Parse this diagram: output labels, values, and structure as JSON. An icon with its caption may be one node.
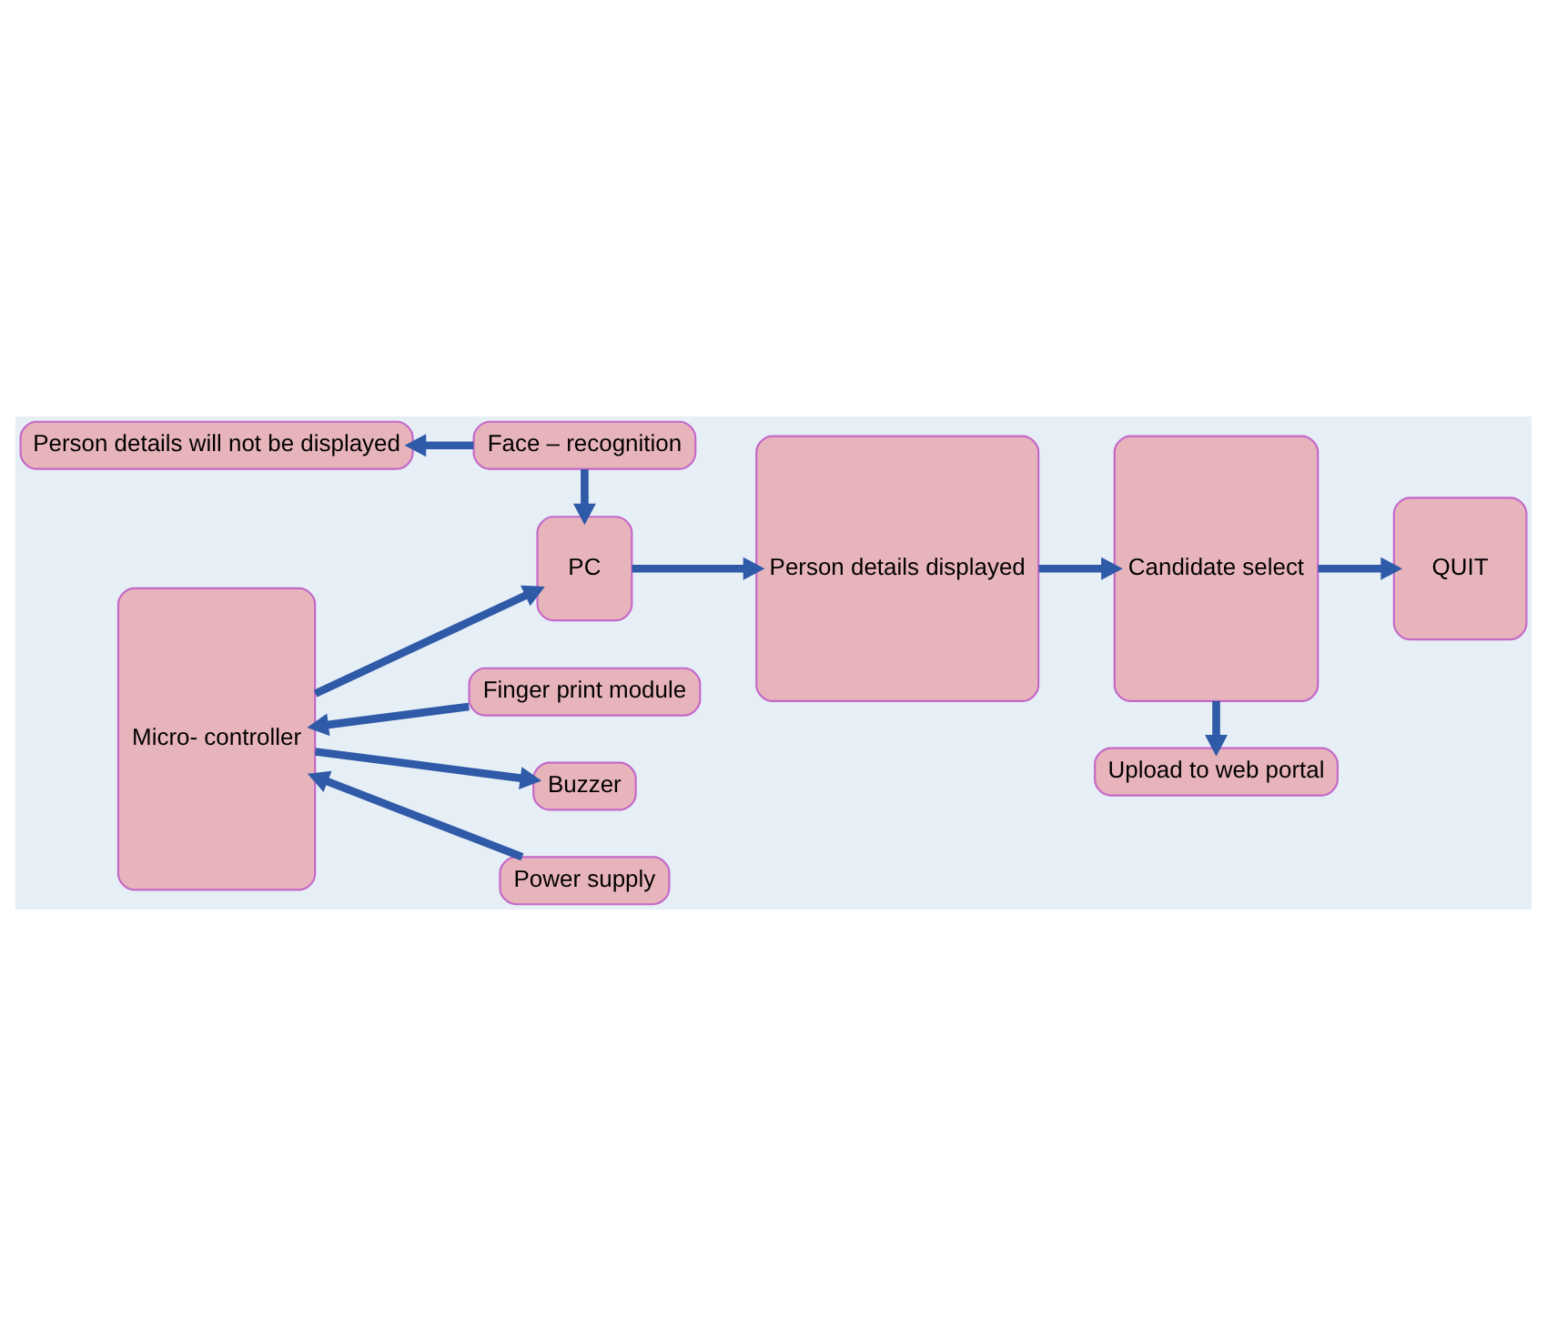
{
  "diagram": {
    "nodes": [
      {
        "text": [
          "Person details will not be displayed"
        ]
      },
      {
        "text": [
          "Face – recognition"
        ]
      },
      {
        "text": [
          "Finger print module"
        ]
      },
      {
        "text": [
          "Micro- controller"
        ]
      },
      {
        "text": [
          "PC"
        ]
      },
      {
        "text": [
          "Person details displayed"
        ]
      },
      {
        "text": [
          "Candidate select"
        ]
      },
      {
        "text": [
          "QUIT"
        ]
      },
      {
        "text": [
          "Buzzer"
        ]
      },
      {
        "text": [
          "Power supply"
        ]
      },
      {
        "text": [
          "Upload to web portal"
        ]
      }
    ],
    "edges": [
      {
        "from": 1,
        "to": 0,
        "arrow": "to"
      },
      {
        "from": 1,
        "to": 4,
        "arrow": "to"
      },
      {
        "from": 2,
        "to": 3,
        "arrow": "to"
      },
      {
        "from": 3,
        "to": 4,
        "arrow": "to"
      },
      {
        "from": 4,
        "to": 5,
        "arrow": "to"
      },
      {
        "from": 5,
        "to": 6,
        "arrow": "to"
      },
      {
        "from": 6,
        "to": 7,
        "arrow": "to"
      },
      {
        "from": 3,
        "to": 8,
        "arrow": "to"
      },
      {
        "from": 9,
        "to": 3,
        "arrow": "to"
      },
      {
        "from": 6,
        "to": 10,
        "arrow": "to"
      }
    ]
  }
}
